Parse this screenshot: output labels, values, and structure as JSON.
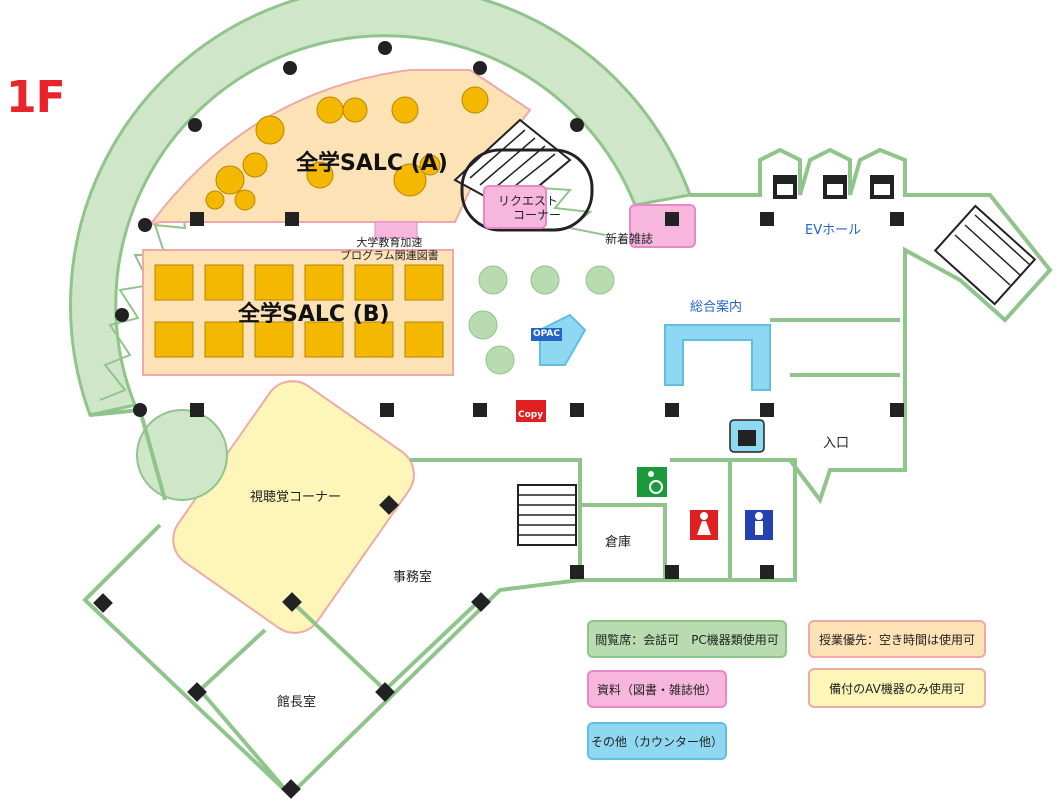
{
  "floor": "1F",
  "labels": {
    "salc_a": "全学SALC (A)",
    "salc_b": "全学SALC (B)",
    "request_corner_1": "リクエスト",
    "request_corner_2": "コーナー",
    "new_magazines": "新着雑誌",
    "acceleration_books_1": "大学教育加速",
    "acceleration_books_2": "プログラム関連図書",
    "ev_hall": "EVホール",
    "info_desk": "総合案内",
    "opac": "OPAC",
    "copy": "Copy",
    "av_corner": "視聴覚コーナー",
    "entrance": "入口",
    "storage": "倉庫",
    "office": "事務室",
    "director_room": "館長室"
  },
  "legend": {
    "reading": "閲覧席：会話可　PC機器類使用可",
    "class_priority": "授業優先：空き時間は使用可",
    "materials": "資料（図書・雑誌他）",
    "av_only": "備付のAV機器のみ使用可",
    "other": "その他（カウンター他）"
  },
  "colors": {
    "wall_green": "#8fc58a",
    "reading_green": "#b8dbb0",
    "class_orange": "#fde2b6",
    "av_yellow": "#fdf6b8",
    "materials_pink": "#f7b6dd",
    "other_blue": "#8fd8f2",
    "floor_label_red": "#e8232a",
    "seat_yellow": "#f5b800"
  },
  "icons": [
    "elevator-icon",
    "stairs-icon",
    "toilet-female-icon",
    "toilet-male-icon",
    "accessible-toilet-icon",
    "lift-icon",
    "column-icon"
  ]
}
